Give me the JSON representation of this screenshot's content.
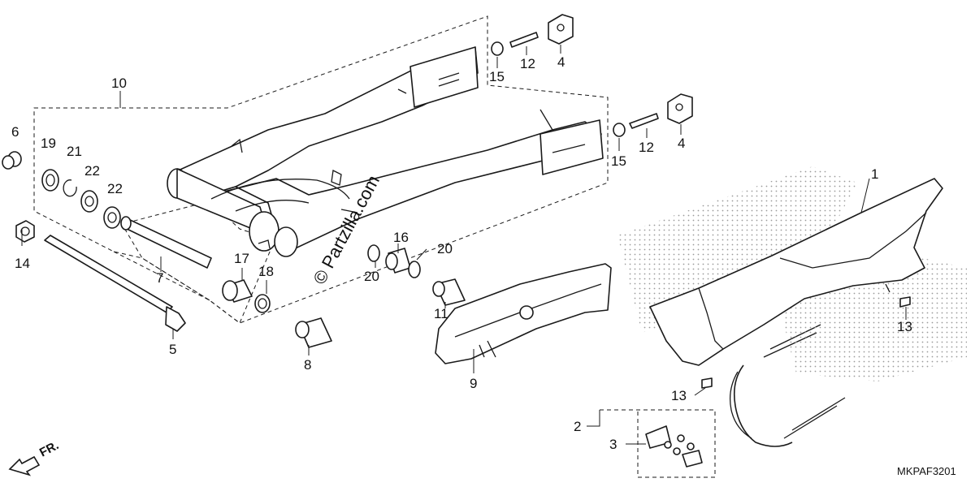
{
  "diagram": {
    "code": "MKPAF3201",
    "watermark": "© Partzilla.com",
    "front_marker": "FR.",
    "callouts": [
      {
        "id": "c1",
        "text": "1"
      },
      {
        "id": "c2",
        "text": "2"
      },
      {
        "id": "c3",
        "text": "3"
      },
      {
        "id": "c4a",
        "text": "4"
      },
      {
        "id": "c4b",
        "text": "4"
      },
      {
        "id": "c5",
        "text": "5"
      },
      {
        "id": "c6",
        "text": "6"
      },
      {
        "id": "c7",
        "text": "7"
      },
      {
        "id": "c8",
        "text": "8"
      },
      {
        "id": "c9",
        "text": "9"
      },
      {
        "id": "c10",
        "text": "10"
      },
      {
        "id": "c11",
        "text": "11"
      },
      {
        "id": "c12a",
        "text": "12"
      },
      {
        "id": "c12b",
        "text": "12"
      },
      {
        "id": "c13a",
        "text": "13"
      },
      {
        "id": "c13b",
        "text": "13"
      },
      {
        "id": "c14",
        "text": "14"
      },
      {
        "id": "c15a",
        "text": "15"
      },
      {
        "id": "c15b",
        "text": "15"
      },
      {
        "id": "c16",
        "text": "16"
      },
      {
        "id": "c17",
        "text": "17"
      },
      {
        "id": "c18",
        "text": "18"
      },
      {
        "id": "c19",
        "text": "19"
      },
      {
        "id": "c20a",
        "text": "20"
      },
      {
        "id": "c20b",
        "text": "20"
      },
      {
        "id": "c21",
        "text": "21"
      },
      {
        "id": "c22a",
        "text": "22"
      },
      {
        "id": "c22b",
        "text": "22"
      }
    ]
  }
}
